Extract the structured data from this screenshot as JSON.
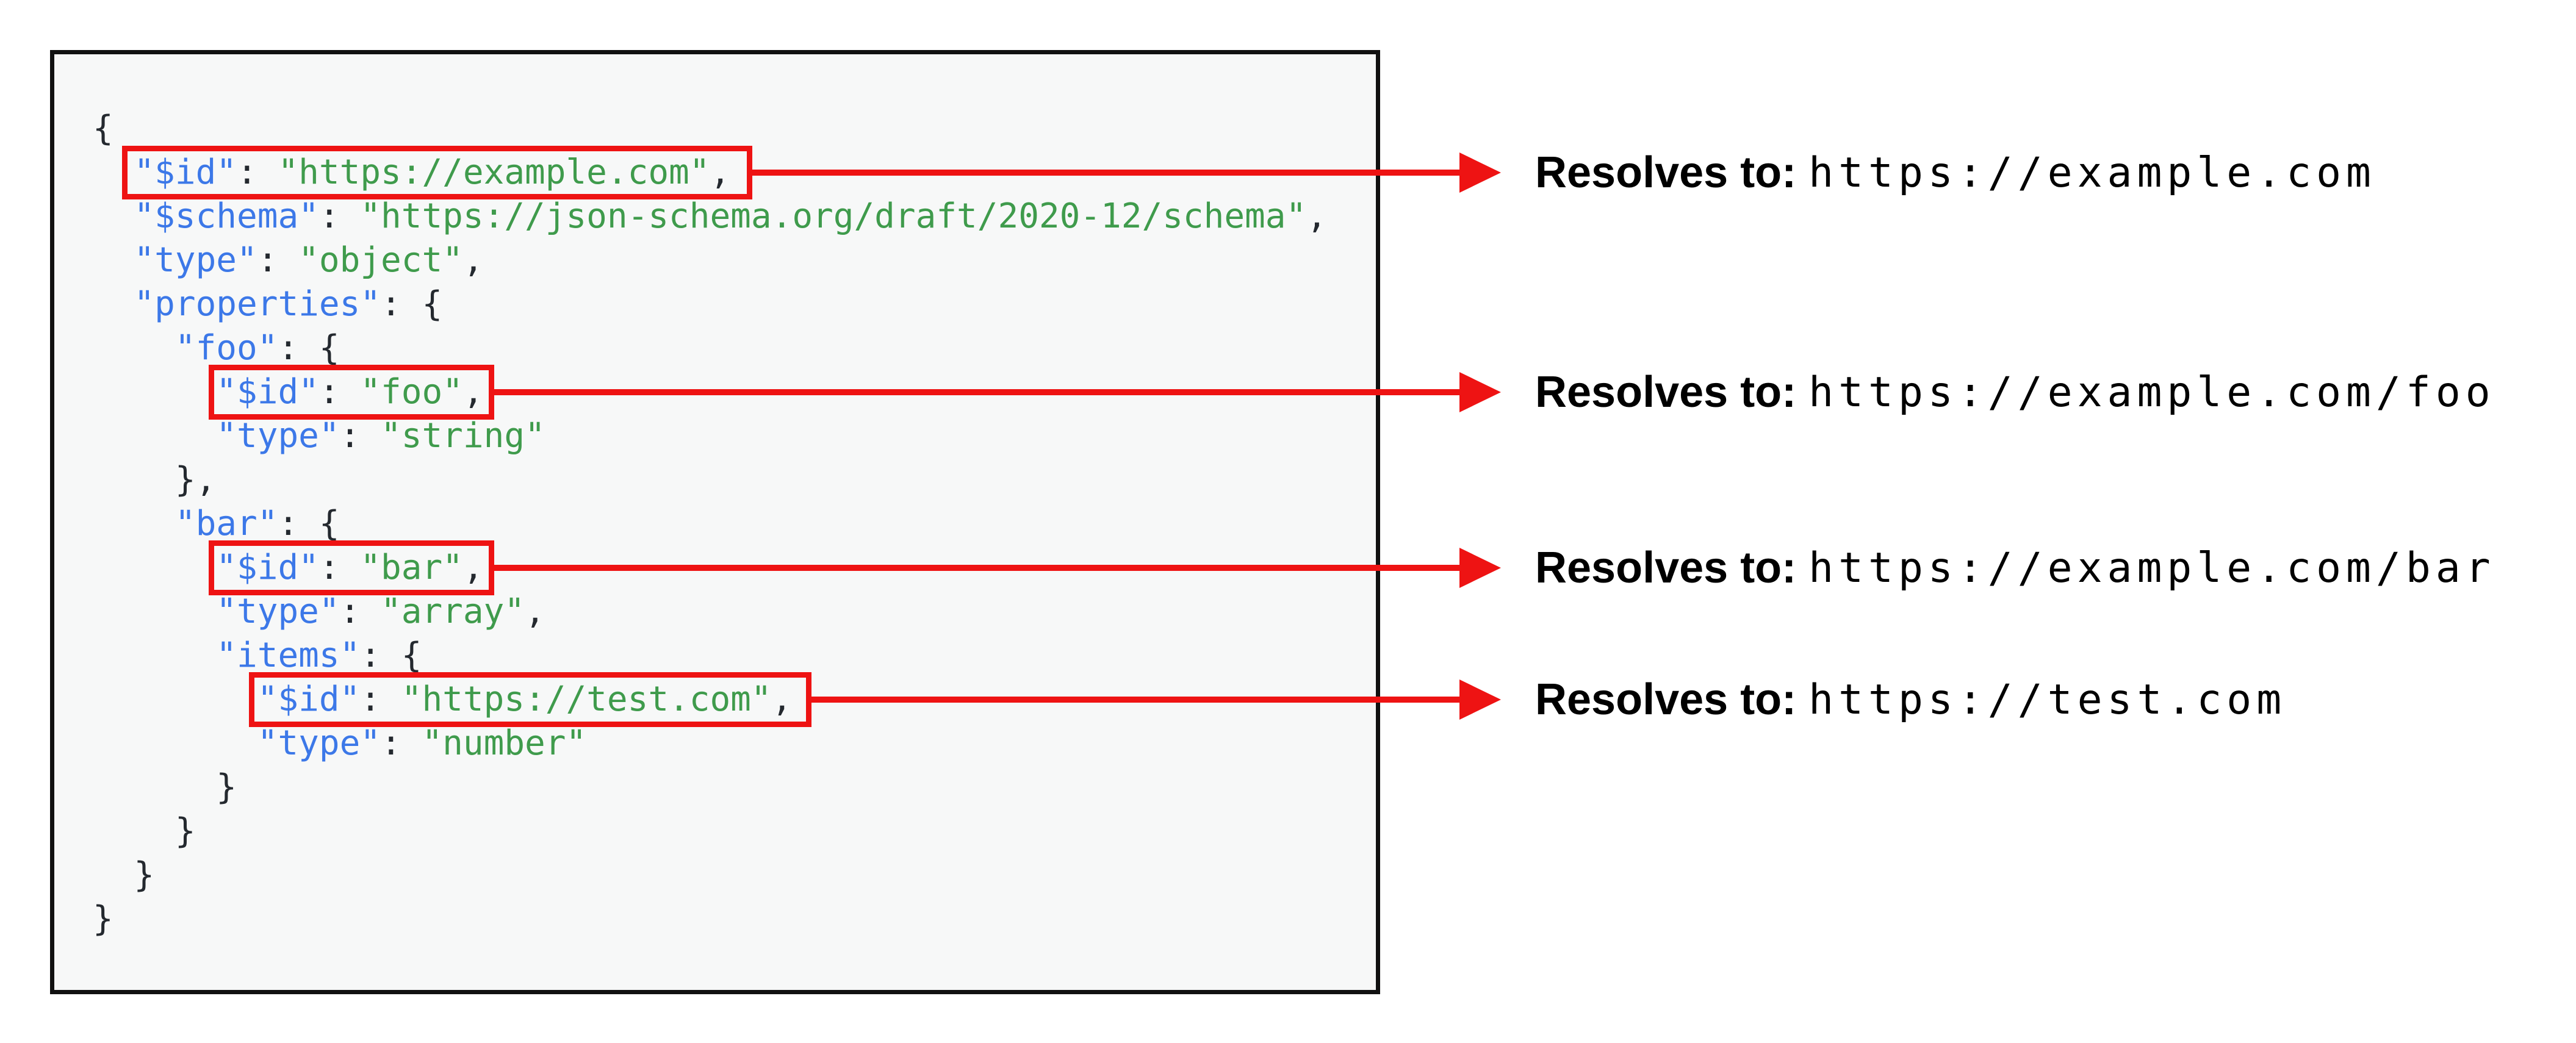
{
  "colors": {
    "key_blue": "#3c78e8",
    "string_green": "#3f9b4c",
    "punct_dark": "#24292f",
    "highlight_red": "#ee1313",
    "panel_bg": "#f7f8f8",
    "panel_border": "#111111",
    "annotation_text": "#000000"
  },
  "code": {
    "lines": [
      [
        [
          "p",
          "{"
        ]
      ],
      [
        [
          "p",
          "  "
        ],
        [
          "k",
          "\"$id\""
        ],
        [
          "p",
          ": "
        ],
        [
          "s",
          "\"https://example.com\""
        ],
        [
          "p",
          ","
        ]
      ],
      [
        [
          "p",
          "  "
        ],
        [
          "k",
          "\"$schema\""
        ],
        [
          "p",
          ": "
        ],
        [
          "s",
          "\"https://json-schema.org/draft/2020-12/schema\""
        ],
        [
          "p",
          ","
        ]
      ],
      [
        [
          "p",
          "  "
        ],
        [
          "k",
          "\"type\""
        ],
        [
          "p",
          ": "
        ],
        [
          "s",
          "\"object\""
        ],
        [
          "p",
          ","
        ]
      ],
      [
        [
          "p",
          "  "
        ],
        [
          "k",
          "\"properties\""
        ],
        [
          "p",
          ": {"
        ]
      ],
      [
        [
          "p",
          "    "
        ],
        [
          "k",
          "\"foo\""
        ],
        [
          "p",
          ": {"
        ]
      ],
      [
        [
          "p",
          "      "
        ],
        [
          "k",
          "\"$id\""
        ],
        [
          "p",
          ": "
        ],
        [
          "s",
          "\"foo\""
        ],
        [
          "p",
          ","
        ]
      ],
      [
        [
          "p",
          "      "
        ],
        [
          "k",
          "\"type\""
        ],
        [
          "p",
          ": "
        ],
        [
          "s",
          "\"string\""
        ]
      ],
      [
        [
          "p",
          "    },"
        ]
      ],
      [
        [
          "p",
          "    "
        ],
        [
          "k",
          "\"bar\""
        ],
        [
          "p",
          ": {"
        ]
      ],
      [
        [
          "p",
          "      "
        ],
        [
          "k",
          "\"$id\""
        ],
        [
          "p",
          ": "
        ],
        [
          "s",
          "\"bar\""
        ],
        [
          "p",
          ","
        ]
      ],
      [
        [
          "p",
          "      "
        ],
        [
          "k",
          "\"type\""
        ],
        [
          "p",
          ": "
        ],
        [
          "s",
          "\"array\""
        ],
        [
          "p",
          ","
        ]
      ],
      [
        [
          "p",
          "      "
        ],
        [
          "k",
          "\"items\""
        ],
        [
          "p",
          ": {"
        ]
      ],
      [
        [
          "p",
          "        "
        ],
        [
          "k",
          "\"$id\""
        ],
        [
          "p",
          ": "
        ],
        [
          "s",
          "\"https://test.com\""
        ],
        [
          "p",
          ","
        ]
      ],
      [
        [
          "p",
          "        "
        ],
        [
          "k",
          "\"type\""
        ],
        [
          "p",
          ": "
        ],
        [
          "s",
          "\"number\""
        ]
      ],
      [
        [
          "p",
          "      }"
        ]
      ],
      [
        [
          "p",
          "    }"
        ]
      ],
      [
        [
          "p",
          "  }"
        ]
      ],
      [
        [
          "p",
          "}"
        ]
      ]
    ]
  },
  "annotations": [
    {
      "label": "Resolves to:",
      "value": "https://example.com"
    },
    {
      "label": "Resolves to:",
      "value": "https://example.com/foo"
    },
    {
      "label": "Resolves to:",
      "value": "https://example.com/bar"
    },
    {
      "label": "Resolves to:",
      "value": "https://test.com"
    }
  ]
}
